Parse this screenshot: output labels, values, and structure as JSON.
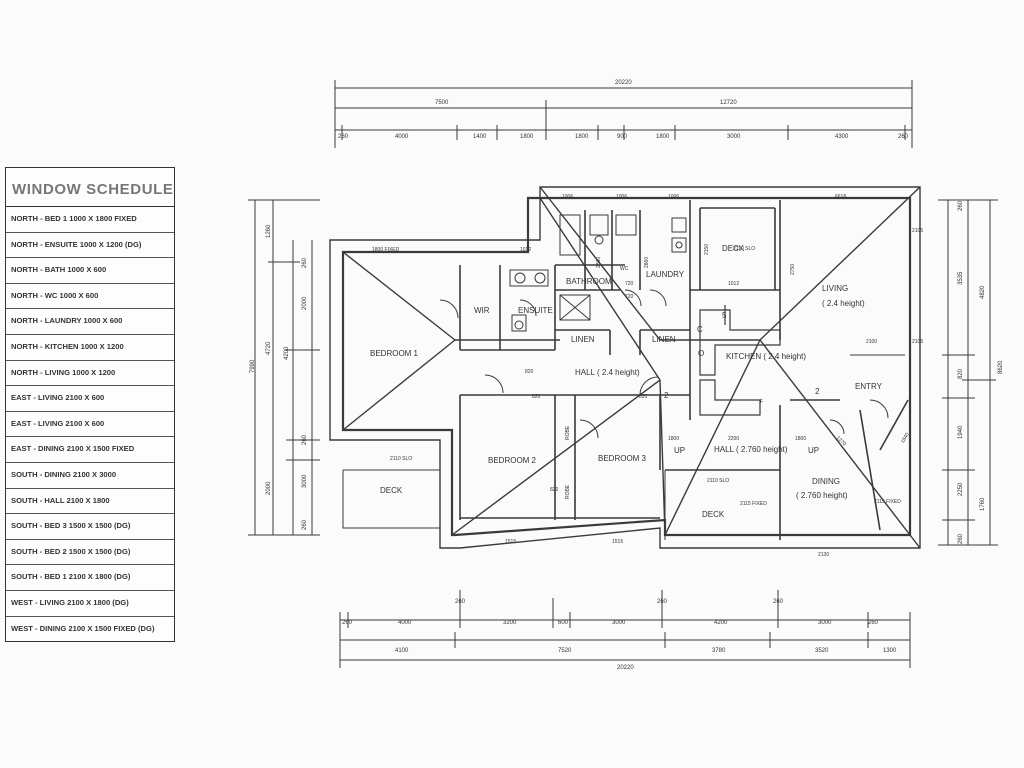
{
  "schedule": {
    "title": "WINDOW SCHEDULE",
    "rows": [
      "NORTH - BED 1 1000 X 1800 FIXED",
      "NORTH - ENSUITE 1000 X 1200 (DG)",
      "NORTH - BATH 1000 X 600",
      "NORTH - WC 1000 X 600",
      "NORTH - LAUNDRY 1000 X 600",
      "NORTH - KITCHEN 1000 X 1200",
      "NORTH - LIVING 1000 X 1200",
      "EAST - LIVING 2100 X 600",
      "EAST - LIVING 2100 X 600",
      "EAST - DINING 2100 X 1500 FIXED",
      "SOUTH - DINING 2100 X 3000",
      "SOUTH - HALL 2100 X 1800",
      "SOUTH - BED 3 1500 X 1500 (DG)",
      "SOUTH - BED 2 1500 X 1500 (DG)",
      "SOUTH - BED 1 2100 X 1800 (DG)",
      "WEST - LIVING 2100 X 1800 (DG)",
      "WEST - DINING 2100 X 1500 FIXED (DG)"
    ]
  },
  "rooms": {
    "bedroom1": "BEDROOM 1",
    "wir": "WIR",
    "ensuite": "ENSUITE",
    "bathroom": "BATHROOM",
    "laundry": "LAUNDRY",
    "linen1": "LINEN",
    "linen2": "LINEN",
    "deck_ne": "DECK",
    "living": "LIVING",
    "living_height": "( 2.4 height)",
    "kitchen": "KITCHEN ( 2.4 height)",
    "hall1": "HALL ( 2.4 height)",
    "hall2": "HALL ( 2.760 height)",
    "robe1": "ROBE",
    "robe2": "ROBE",
    "bedroom2": "BEDROOM 2",
    "bedroom3": "BEDROOM 3",
    "dining": "DINING",
    "dining_height": "( 2.760 height)",
    "entry": "ENTRY",
    "deck_w": "DECK",
    "deck_s": "DECK",
    "wc": "WC",
    "up1": "UP",
    "up2": "UP"
  },
  "dims": {
    "top_total": "20220",
    "top_left": "7500",
    "top_right": "12720",
    "top_seg": [
      "260",
      "4000",
      "1400",
      "1800",
      "1800",
      "900",
      "1800",
      "3000",
      "4300",
      "260"
    ],
    "bottom_total": "20220",
    "bottom_a": [
      "260",
      "4000",
      "3200",
      "600",
      "3000",
      "4200",
      "3000",
      "260"
    ],
    "bottom_b": [
      "4100",
      "7520",
      "3780",
      "3520",
      "1300"
    ],
    "bottom_marks": [
      "260",
      "260",
      "260"
    ],
    "left_outer": "7990",
    "left_a": [
      "1260",
      "4720",
      "2000"
    ],
    "left_b": [
      "260",
      "2000",
      "260",
      "3000",
      "260"
    ],
    "left_c": "4200",
    "right_outer": "8620",
    "right_a": [
      "3535",
      "820",
      "1940",
      "2250",
      "1760",
      "260"
    ],
    "right_b": [
      "4820"
    ],
    "right_mark": "260"
  },
  "windows": {
    "bed1_fixed": "1800 FIXED",
    "ens": "1012",
    "bath1": "1006",
    "bath2": "1006",
    "wc": "1006",
    "living_n": "6618",
    "deck_slo": "2110 SLO",
    "deck_w": "1012",
    "east1": "2105",
    "east2": "2105",
    "kitchen": "2100",
    "bed1_slo": "2110 SLO",
    "hall_s": "2110 SLO",
    "dining_fixed": "2115 FIXED",
    "dining_e": "2115 FIXED",
    "dining_s": "2130",
    "bed2_s": "1515",
    "bed3_s": "1515",
    "d820": "820",
    "d720": "720",
    "h2150": "2150",
    "h2750": "2750",
    "h2860": "2860",
    "h1800": "1800",
    "h2200": "2200",
    "h1800b": "1800",
    "h1270": "1270",
    "h1840": "1840",
    "stair2a": "2",
    "stair2b": "2",
    "kit_c": "C",
    "kit_o": "O",
    "kit_5": "5",
    "kit_f": "F"
  }
}
